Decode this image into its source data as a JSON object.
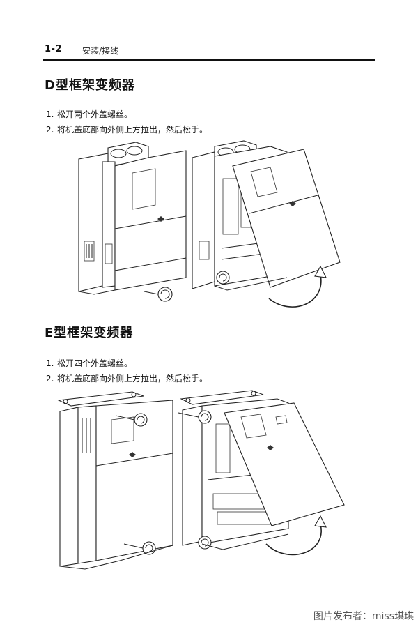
{
  "header": {
    "page_number": "1-2",
    "chapter": "安装/接线"
  },
  "sections": [
    {
      "title": "D型框架变频器",
      "steps": [
        {
          "num": "1.",
          "text": "松开两个外盖螺丝。"
        },
        {
          "num": "2.",
          "text": "将机盖底部向外侧上方拉出，然后松手。"
        }
      ]
    },
    {
      "title": "E型框架变频器",
      "steps": [
        {
          "num": "1.",
          "text": "松开四个外盖螺丝。"
        },
        {
          "num": "2.",
          "text": "将机盖底部向外侧上方拉出，然后松手。"
        }
      ]
    }
  ],
  "footer": {
    "publisher": "图片发布者：miss琪琪"
  }
}
